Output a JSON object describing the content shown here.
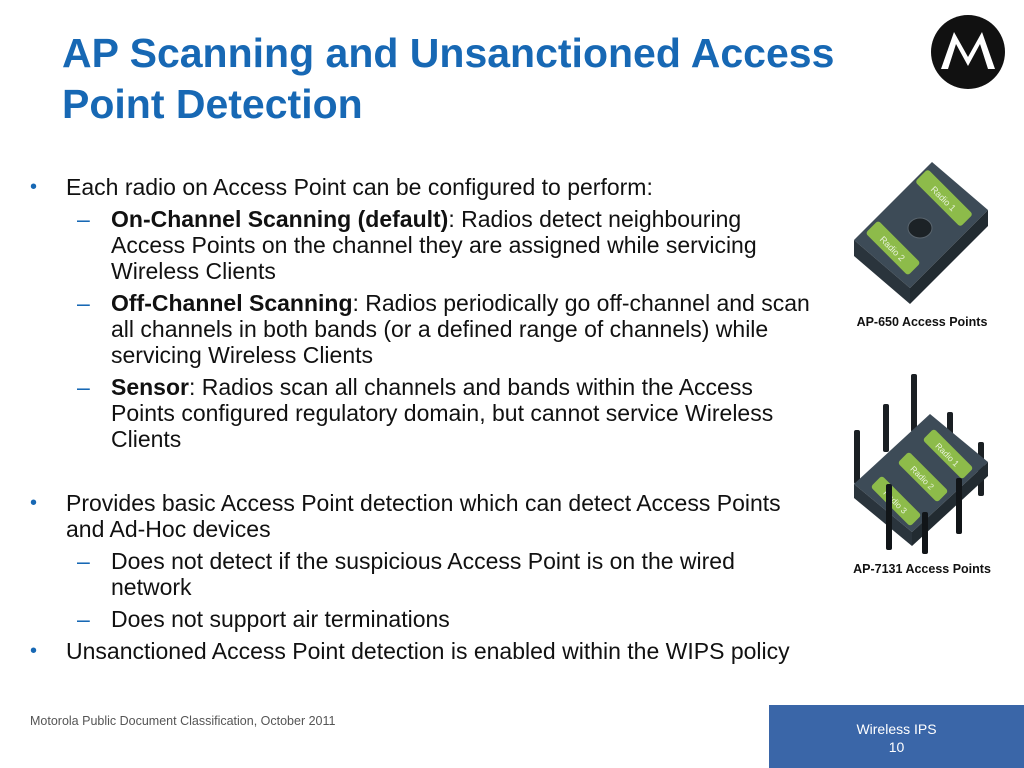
{
  "slide": {
    "title_line1": "AP Scanning and Unsanctioned Access",
    "title_line2": "Point Detection"
  },
  "bullets": {
    "b1": "Each radio on Access Point can be configured to perform:",
    "s1_bold": "On-Channel Scanning (default)",
    "s1_text": ": Radios detect neighbouring Access Points on the channel they are assigned while servicing Wireless Clients",
    "s2_bold": "Off-Channel Scanning",
    "s2_text": ": Radios periodically go off-channel and scan all channels in both bands (or a defined range of channels) while servicing Wireless Clients",
    "s3_bold": "Sensor",
    "s3_text": ": Radios scan all channels and bands within the Access Points configured regulatory domain, but cannot service Wireless Clients",
    "b2": "Provides basic Access Point detection which can detect Access Points and Ad-Hoc devices",
    "s4": "Does not detect if the suspicious Access Point is on the wired network",
    "s5": "Does not support air terminations",
    "b3": "Unsanctioned Access Point detection is enabled within the WIPS policy"
  },
  "images": {
    "ap650_caption": "AP-650 Access Points",
    "ap650_radio1": "Radio 1",
    "ap650_radio2": "Radio 2",
    "ap7131_caption": "AP-7131 Access Points",
    "ap7131_radio1": "Radio 1",
    "ap7131_radio2": "Radio 2",
    "ap7131_radio3": "Radio 3"
  },
  "footer": {
    "classification": "Motorola Public Document Classification, October 2011",
    "section": "Wireless IPS",
    "page": "10"
  },
  "colors": {
    "title": "#1768b4",
    "page_box": "#3a66a8",
    "radio_label": "#8dbb4a",
    "device_body": "#3d4b57"
  },
  "icons": {
    "logo": "motorola-logo-icon",
    "bullet": "bullet-dot",
    "sub_bullet": "en-dash"
  }
}
